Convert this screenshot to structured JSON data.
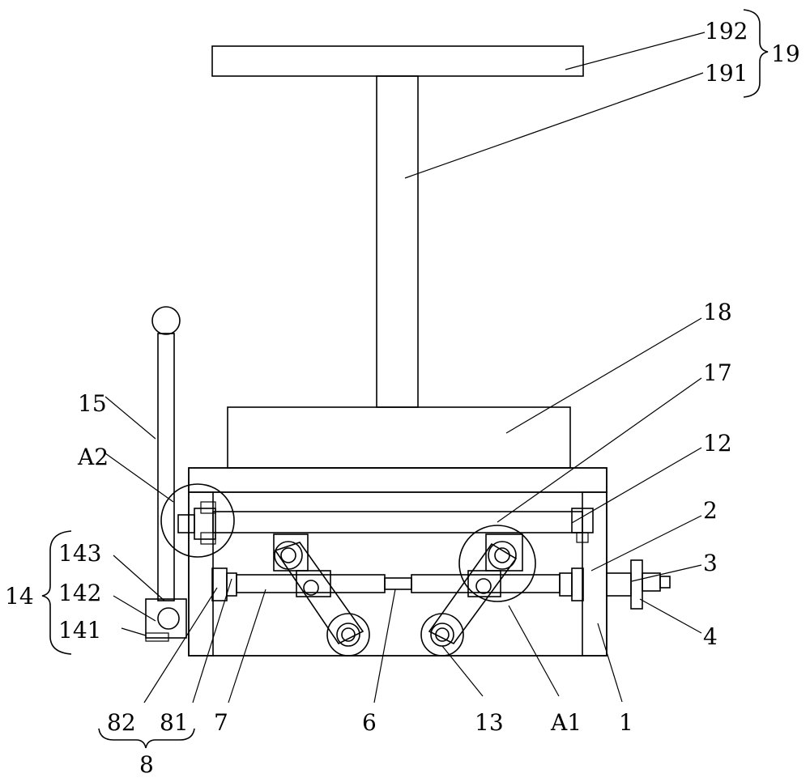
{
  "labels": {
    "l192": "192",
    "l191": "191",
    "l19": "19",
    "l18": "18",
    "l17": "17",
    "l12": "12",
    "l2": "2",
    "l3": "3",
    "l4": "4",
    "l15": "15",
    "lA2": "A2",
    "l143": "143",
    "l142": "142",
    "l141": "141",
    "l14": "14",
    "l82": "82",
    "l81": "81",
    "l8": "8",
    "l7": "7",
    "l6": "6",
    "l13": "13",
    "lA1": "A1",
    "l1": "1"
  },
  "colors": {
    "stroke": "#000000",
    "background": "#ffffff"
  }
}
